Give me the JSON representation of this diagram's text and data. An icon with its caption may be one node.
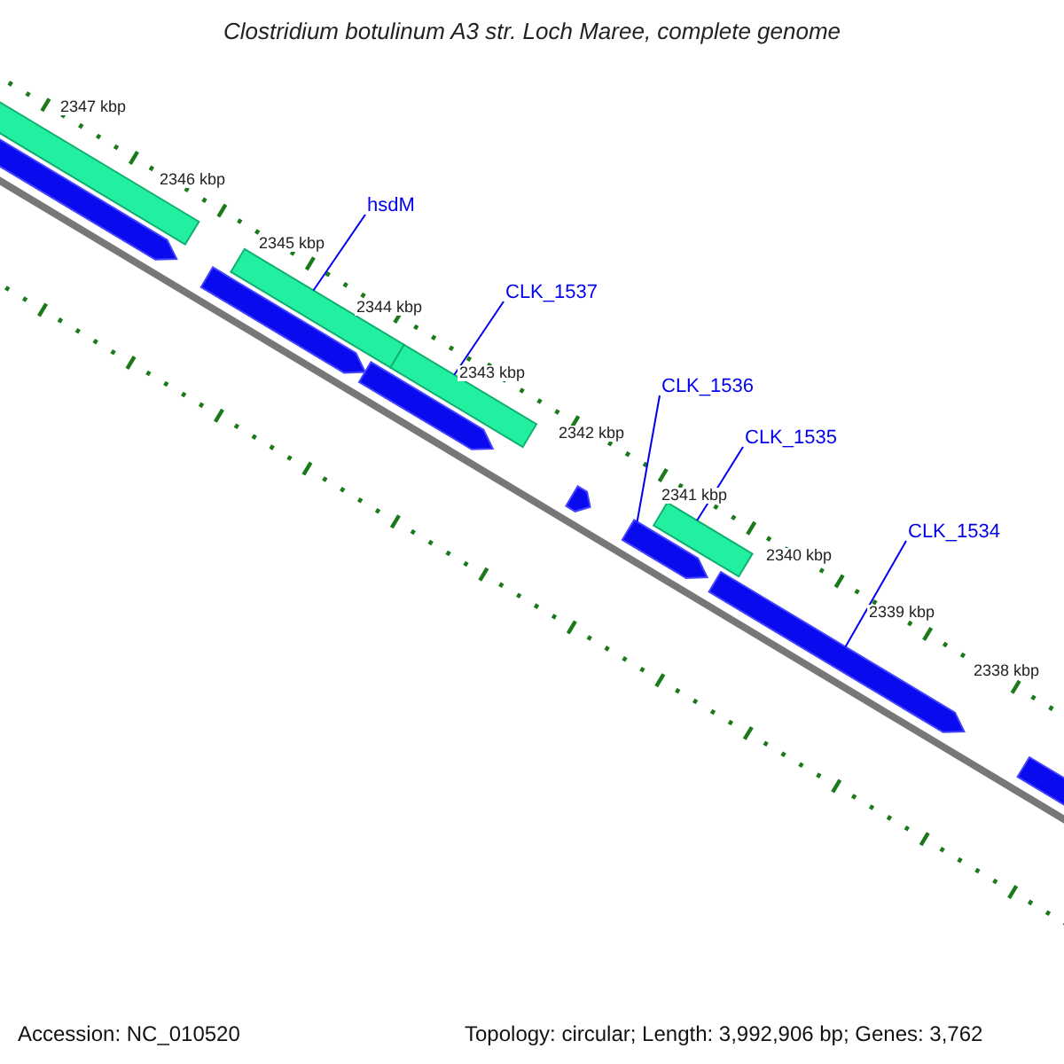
{
  "diagram": {
    "title": "Clostridium botulinum A3 str. Loch Maree, complete genome",
    "nodes": [
      {
        "text": [
          "hsdM"
        ]
      },
      {
        "text": [
          "CLK_1537"
        ]
      },
      {
        "text": [
          "CLK_1536"
        ]
      },
      {
        "text": [
          "CLK_1535"
        ]
      },
      {
        "text": [
          "CLK_1534"
        ]
      },
      {
        "text": [],
        "shape": "bar"
      },
      {
        "text": [],
        "shape": "pentagon"
      },
      {
        "text": [],
        "shape": "pentagon"
      },
      {
        "text": [],
        "shape": "bar"
      },
      {
        "text": [],
        "shape": "pentagon"
      },
      {
        "text": [],
        "shape": "bar"
      },
      {
        "text": [],
        "shape": "pentagon"
      },
      {
        "text": [],
        "shape": "pentagon"
      },
      {
        "text": [],
        "shape": "bar"
      },
      {
        "text": [],
        "shape": "pentagon"
      },
      {
        "text": [],
        "shape": "pentagon"
      }
    ],
    "edges": [
      {
        "from": 0,
        "to": 8,
        "arrow": "none"
      },
      {
        "from": 1,
        "to": 10,
        "arrow": "none"
      },
      {
        "from": 2,
        "to": 12,
        "arrow": "none"
      },
      {
        "from": 3,
        "to": 13,
        "arrow": "none"
      },
      {
        "from": 4,
        "to": 14,
        "arrow": "none"
      }
    ],
    "labels": [
      "2347 kbp",
      "2346 kbp",
      "2345 kbp",
      "2344 kbp",
      "2343 kbp",
      "2342 kbp",
      "2341 kbp",
      "2340 kbp",
      "2339 kbp",
      "2338 kbp",
      "Accession: NC_010520",
      "Topology: circular; Length: 3,992,906 bp; Genes: 3,762"
    ]
  }
}
